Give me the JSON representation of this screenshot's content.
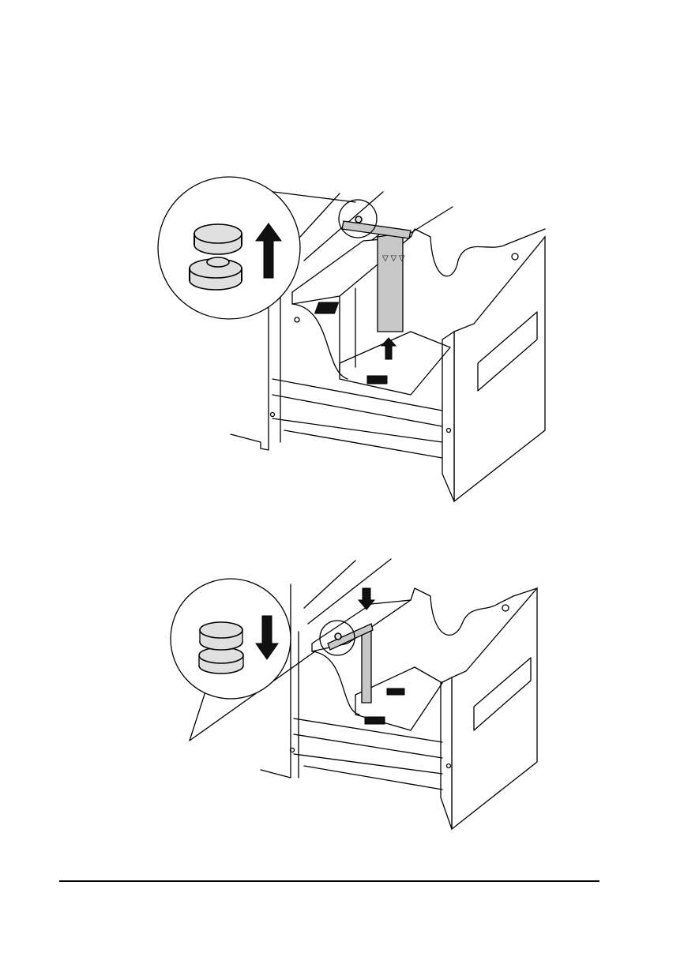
{
  "colors": {
    "line": "#000000",
    "fill_gray": "#c8c8c8",
    "knob": "#e0e0e0",
    "background": "#ffffff"
  },
  "figures": [
    {
      "id": "figure-1",
      "callout_arrow": "up"
    },
    {
      "id": "figure-2",
      "callout_arrow": "down"
    }
  ]
}
